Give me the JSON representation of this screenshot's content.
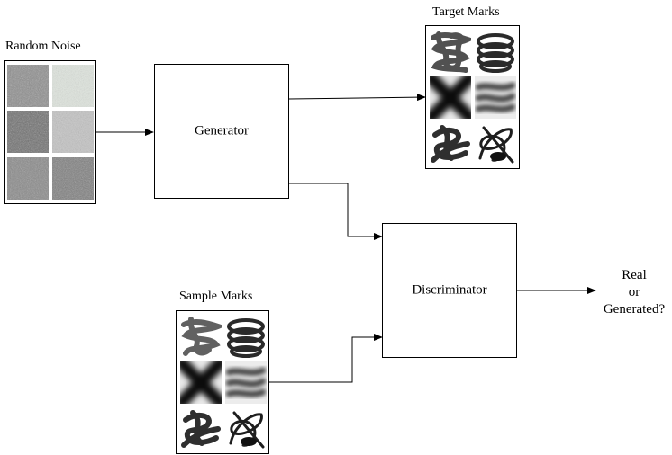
{
  "diagram": {
    "random_noise": {
      "title": "Random Noise"
    },
    "generator": {
      "label": "Generator"
    },
    "target_marks": {
      "title": "Target Marks"
    },
    "discriminator": {
      "label": "Discriminator"
    },
    "sample_marks": {
      "title": "Sample Marks"
    },
    "output": {
      "line1": "Real",
      "line2": "or",
      "line3": "Generated?"
    }
  }
}
